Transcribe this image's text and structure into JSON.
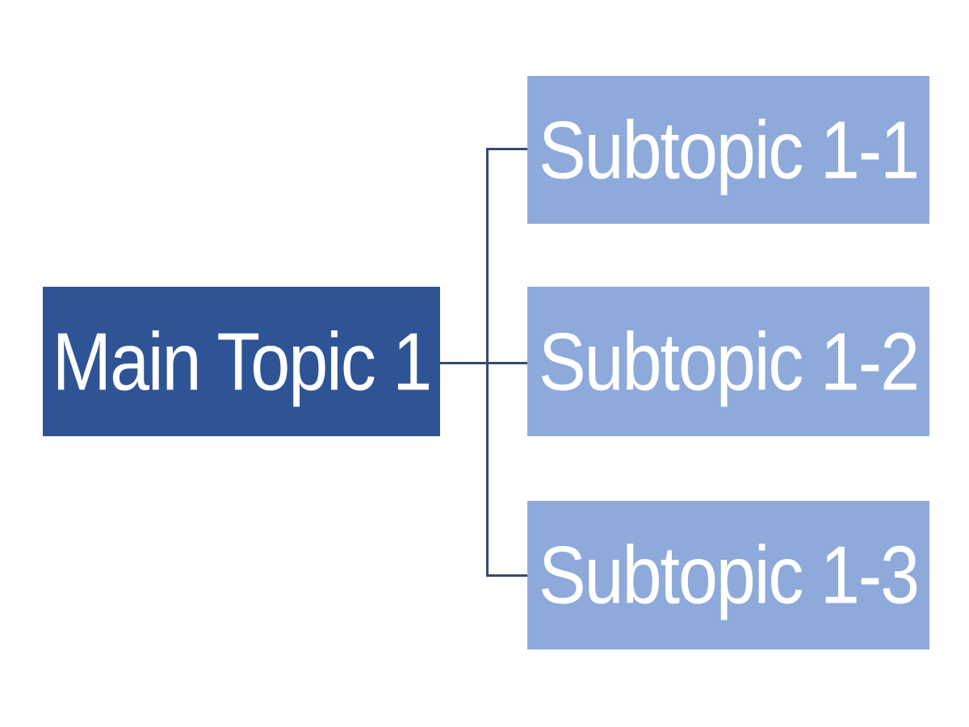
{
  "diagram": {
    "type": "hierarchy",
    "background_color": "#FFFFFF",
    "connector_color": "#37496E",
    "main_topic": {
      "label": "Main Topic 1",
      "fill": "#2F5496",
      "text_color": "#FFFFFF"
    },
    "subtopic_fill": "#8EAADB",
    "subtopic_text_color": "#FFFFFF",
    "subtopics": [
      {
        "label": "Subtopic 1-1"
      },
      {
        "label": "Subtopic 1-2"
      },
      {
        "label": "Subtopic 1-3"
      }
    ]
  }
}
